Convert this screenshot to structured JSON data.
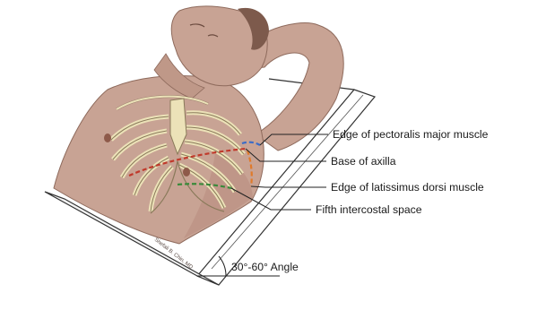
{
  "labels": {
    "pectoralis": "Edge of pectoralis major muscle",
    "axilla": "Base of axilla",
    "latissimus": "Edge of latissimus dorsi muscle",
    "intercostal": "Fifth intercostal space",
    "angle": "30°-60° Angle"
  },
  "signature": "Shefali B. Chin, MD",
  "colors": {
    "skin": "#c8a394",
    "skin_shadow": "#b58a7b",
    "bone": "#ece2b8",
    "bone_outline": "#8a7a5a",
    "table": "#ffffff",
    "pectoralis_line": "#3a6cc8",
    "axilla_line": "#c0392b",
    "latissimus_line": "#e07a2a",
    "intercostal_line": "#3a8a3a",
    "leader": "#222222"
  }
}
